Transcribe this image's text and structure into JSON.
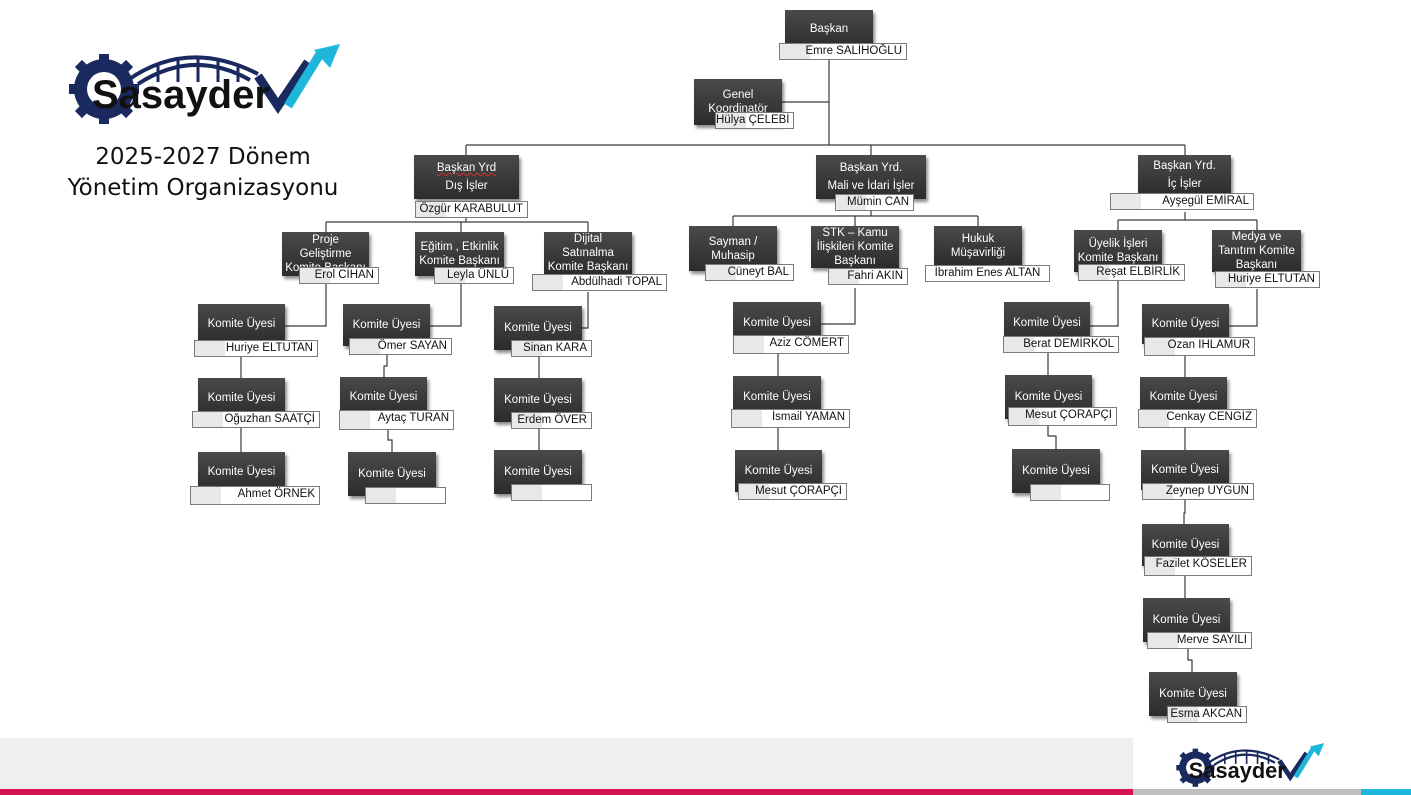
{
  "brand": {
    "name": "Sasayder",
    "colors": {
      "dark_blue": "#1b2a5e",
      "cyan": "#1fb6dc",
      "pink": "#d5154f"
    }
  },
  "heading": {
    "line1": "2025-2027 Dönem",
    "line2": "Yönetim Organizasyonu"
  },
  "president": {
    "role": "Başkan",
    "name": "Emre SALİHOĞLU"
  },
  "coordinator": {
    "role_line1": "Genel",
    "role_line2": "Koordinatör",
    "name": "Hülya ÇELEBİ"
  },
  "vp_foreign": {
    "role_line1": "Başkan Yrd",
    "role_line2": "Dış İşler",
    "name": "Özgür KARABULUT"
  },
  "vp_finance": {
    "role_line1": "Başkan Yrd.",
    "role_line2": "Mali ve İdari İşler",
    "name": "Mümin CAN"
  },
  "vp_internal": {
    "role_line1": "Başkan Yrd.",
    "role_line2": "İç İşler",
    "name": "Ayşegül  EMİRAL"
  },
  "committees": [
    {
      "role_lines": [
        "Proje Geliştirme",
        "Komite Başkanı"
      ],
      "name": "Erol CİHAN"
    },
    {
      "role_lines": [
        "Eğitim , Etkinlik",
        "Komite Başkanı"
      ],
      "name": "Leyla ÜNLÜ"
    },
    {
      "role_lines": [
        "Dijital",
        "Satınalma",
        "Komite Başkanı"
      ],
      "name": "Abdülhadi TOPAL"
    },
    {
      "role_lines": [
        "Sayman /",
        "Muhasip"
      ],
      "name": "Cüneyt BAL"
    },
    {
      "role_lines": [
        "STK – Kamu",
        "İlişkileri Komite",
        "Başkanı"
      ],
      "name": "Fahri AKIN"
    },
    {
      "role_lines": [
        "Hukuk",
        "Müşavirliği"
      ],
      "name": "İbrahim Enes ALTAN"
    },
    {
      "role_lines": [
        "Üyelik İşleri",
        "Komite Başkanı"
      ],
      "name": "Reşat  ELBİRLİK"
    },
    {
      "role_lines": [
        "Medya ve",
        "Tanıtım Komite",
        "Başkanı"
      ],
      "name": "Huriye ELTUTAN"
    }
  ],
  "member_role": "Komite Üyesi",
  "members": [
    {
      "name": "Huriye ELTUTAN"
    },
    {
      "name": "Oğuzhan SAATÇİ"
    },
    {
      "name": "Ahmet ÖRNEK"
    },
    {
      "name": "Ömer SAYAN"
    },
    {
      "name": "Aytaç TURAN"
    },
    {
      "name": ""
    },
    {
      "name": "Sinan KARA"
    },
    {
      "name": "Erdem ÖVER"
    },
    {
      "name": ""
    },
    {
      "name": "Aziz CÖMERT"
    },
    {
      "name": "İsmail YAMAN"
    },
    {
      "name": "Mesut ÇORAPÇI"
    },
    {
      "name": "Berat DEMİRKOL"
    },
    {
      "name": "Mesut ÇORAPÇI"
    },
    {
      "name": ""
    },
    {
      "name": "Ozan IHLAMUR"
    },
    {
      "name": "Cenkay CENGİZ"
    },
    {
      "name": "Zeynep UYGUN"
    },
    {
      "name": "Fazilet KÖSELER"
    },
    {
      "name": "Merve SAYILI"
    },
    {
      "name": "Esma AKCAN"
    }
  ]
}
